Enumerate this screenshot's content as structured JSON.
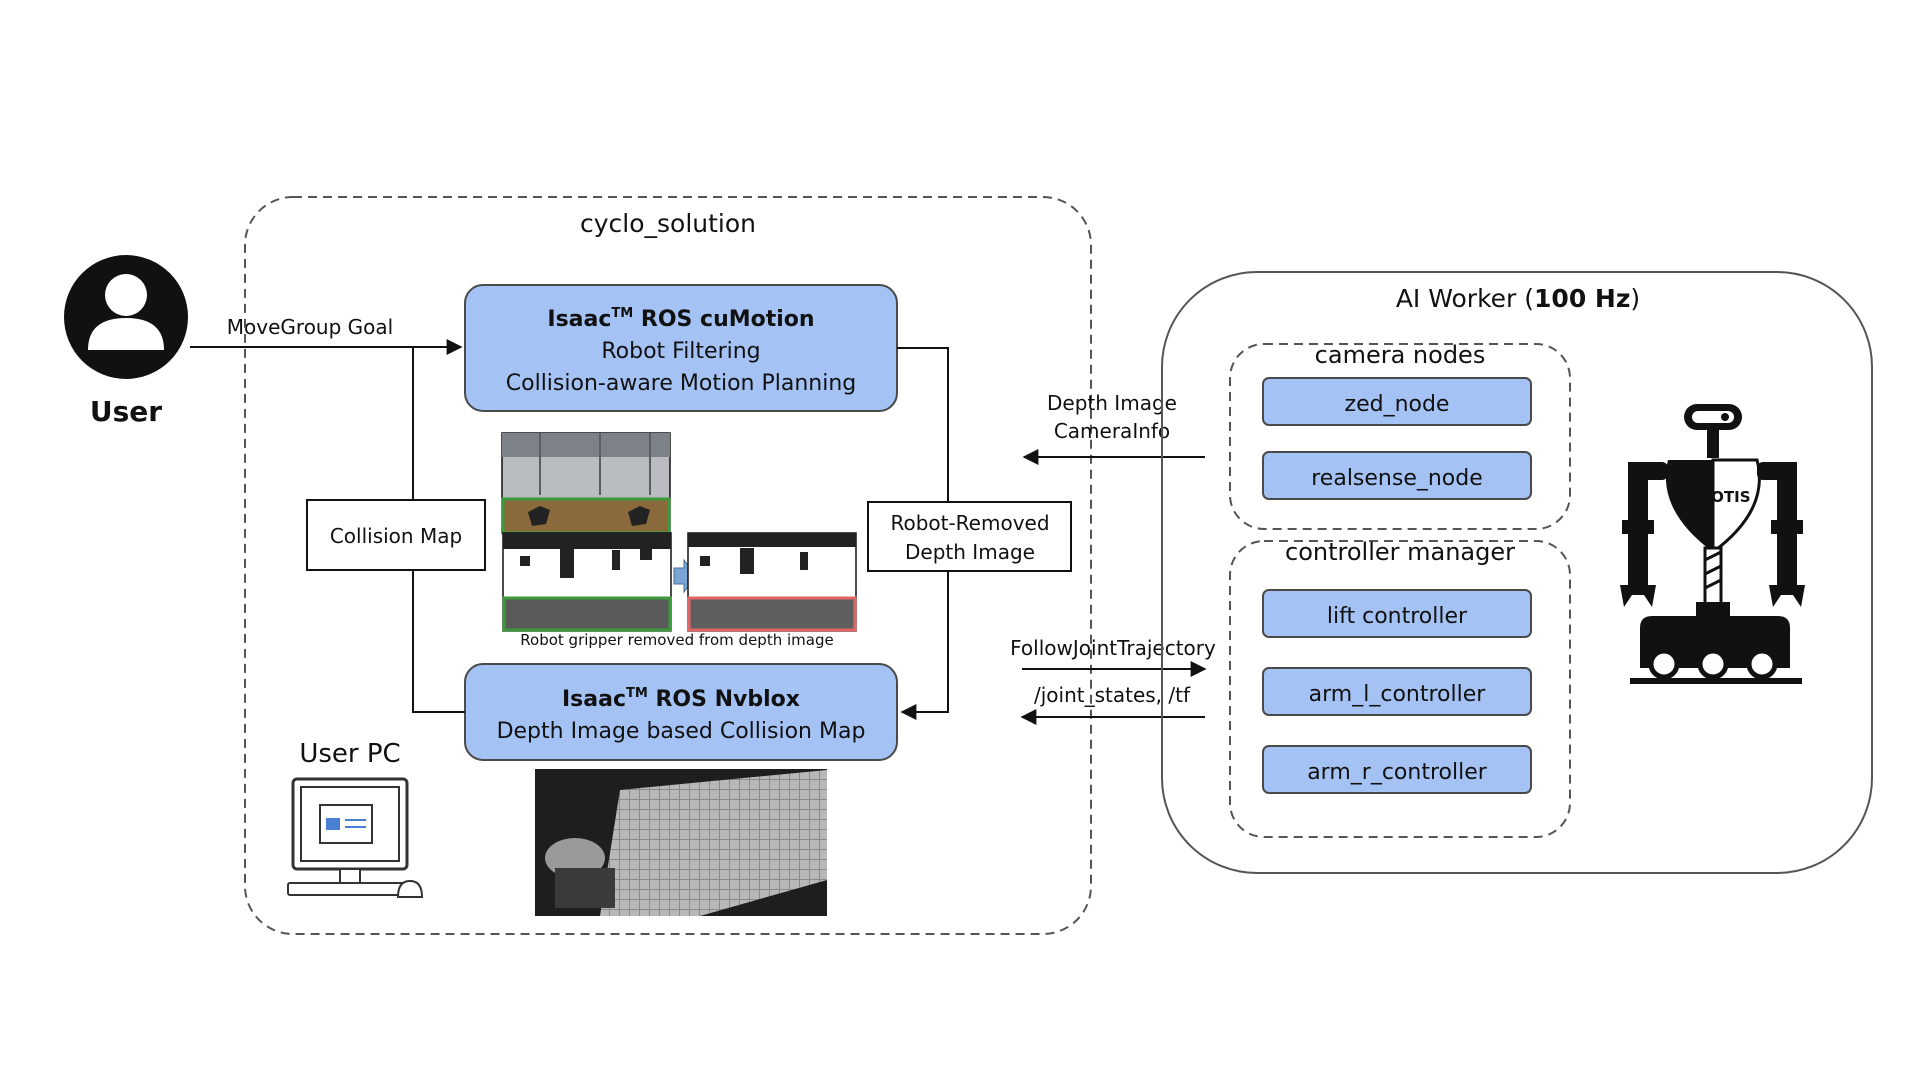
{
  "user": {
    "label": "User"
  },
  "edges": {
    "movegroup_goal": "MoveGroup Goal",
    "depth_image": "Depth Image",
    "camera_info": "CameraInfo",
    "follow_joint_trajectory": "FollowJointTrajectory",
    "joint_states": "/joint_states, /tf"
  },
  "cyclo_solution": {
    "title": "cyclo_solution",
    "cumotion": {
      "title_prefix": "Isaac",
      "title_tm": "TM",
      "title_suffix": " ROS cuMotion",
      "line1": "Robot Filtering",
      "line2": "Collision-aware Motion Planning"
    },
    "nvblox": {
      "title_prefix": "Isaac",
      "title_tm": "TM",
      "title_suffix": " ROS Nvblox",
      "line1": "Depth Image based Collision Map"
    },
    "collision_map": "Collision Map",
    "robot_removed_line1": "Robot-Removed",
    "robot_removed_line2": "Depth Image",
    "image_caption": "Robot gripper removed from depth image",
    "user_pc": "User  PC"
  },
  "ai_worker": {
    "title_prefix": "AI Worker (",
    "title_bold": "100 Hz",
    "title_suffix": ")",
    "camera_nodes": {
      "title": "camera nodes",
      "items": [
        "zed_node",
        "realsense_node"
      ]
    },
    "controller_manager": {
      "title": "controller manager",
      "items": [
        "lift controller",
        "arm_l_controller",
        "arm_r_controller"
      ]
    },
    "robot_logo": "ROBOTIS"
  },
  "colors": {
    "node_fill": "#a4c2f4",
    "node_stroke": "#4a4a4a",
    "green_frame": "#3c9a3c",
    "red_frame": "#e06666"
  }
}
